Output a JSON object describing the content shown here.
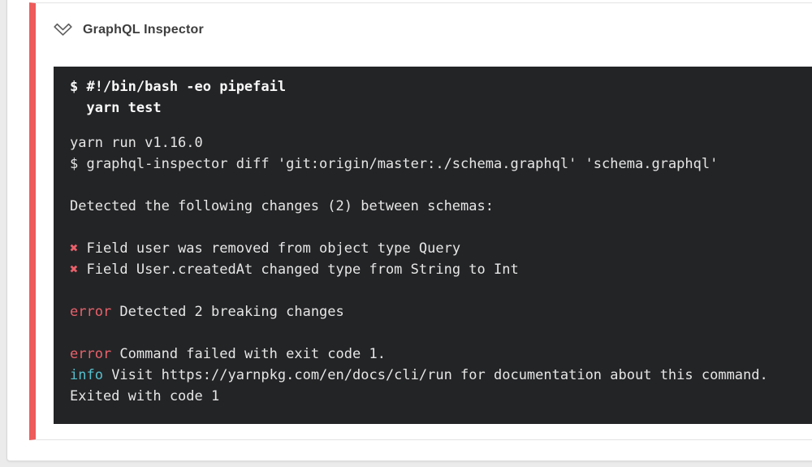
{
  "page": {
    "background_color": "#ebebeb"
  },
  "step": {
    "title": "GraphQL Inspector",
    "status_accent_color": "#ee5b5b",
    "chevron_icon": "double-chevron-down"
  },
  "terminal": {
    "background_color": "#232426",
    "error_color": "#e9616b",
    "info_color": "#56bfcd",
    "command": {
      "line1": "$ #!/bin/bash -eo pipefail",
      "line2": "  yarn test"
    },
    "output": {
      "yarn_version": "yarn run v1.16.0",
      "diff_command": "$ graphql-inspector diff 'git:origin/master:./schema.graphql' 'schema.graphql'",
      "detected": "Detected the following changes (2) between schemas:",
      "change1": {
        "marker": "✖",
        "text": " Field user was removed from object type Query"
      },
      "change2": {
        "marker": "✖",
        "text": " Field User.createdAt changed type from String to Int"
      },
      "error1": {
        "label": "error",
        "text": " Detected 2 breaking changes"
      },
      "error2": {
        "label": "error",
        "text": " Command failed with exit code 1."
      },
      "info": {
        "label": "info",
        "text": " Visit https://yarnpkg.com/en/docs/cli/run for documentation about this command."
      },
      "exit_line": "Exited with code 1"
    }
  }
}
